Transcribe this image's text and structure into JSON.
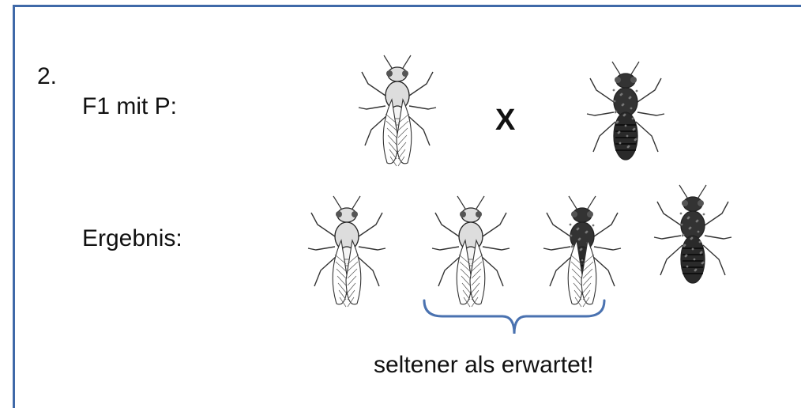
{
  "step_number": "2.",
  "cross": {
    "label": "F1 mit P:",
    "operator": "X",
    "parent_left_icon": "fly-normal-icon",
    "parent_right_icon": "fly-dark-mutant-icon"
  },
  "result": {
    "label": "Ergebnis:",
    "offspring_icons": [
      "fly-normal-icon",
      "fly-normal-icon",
      "fly-dark-body-normal-wings-icon",
      "fly-dark-mutant-icon"
    ]
  },
  "bracket_note": "seltener als erwartet!",
  "colors": {
    "frame": "#3f69a8",
    "bracket": "#4a72b0",
    "text": "#111111"
  }
}
